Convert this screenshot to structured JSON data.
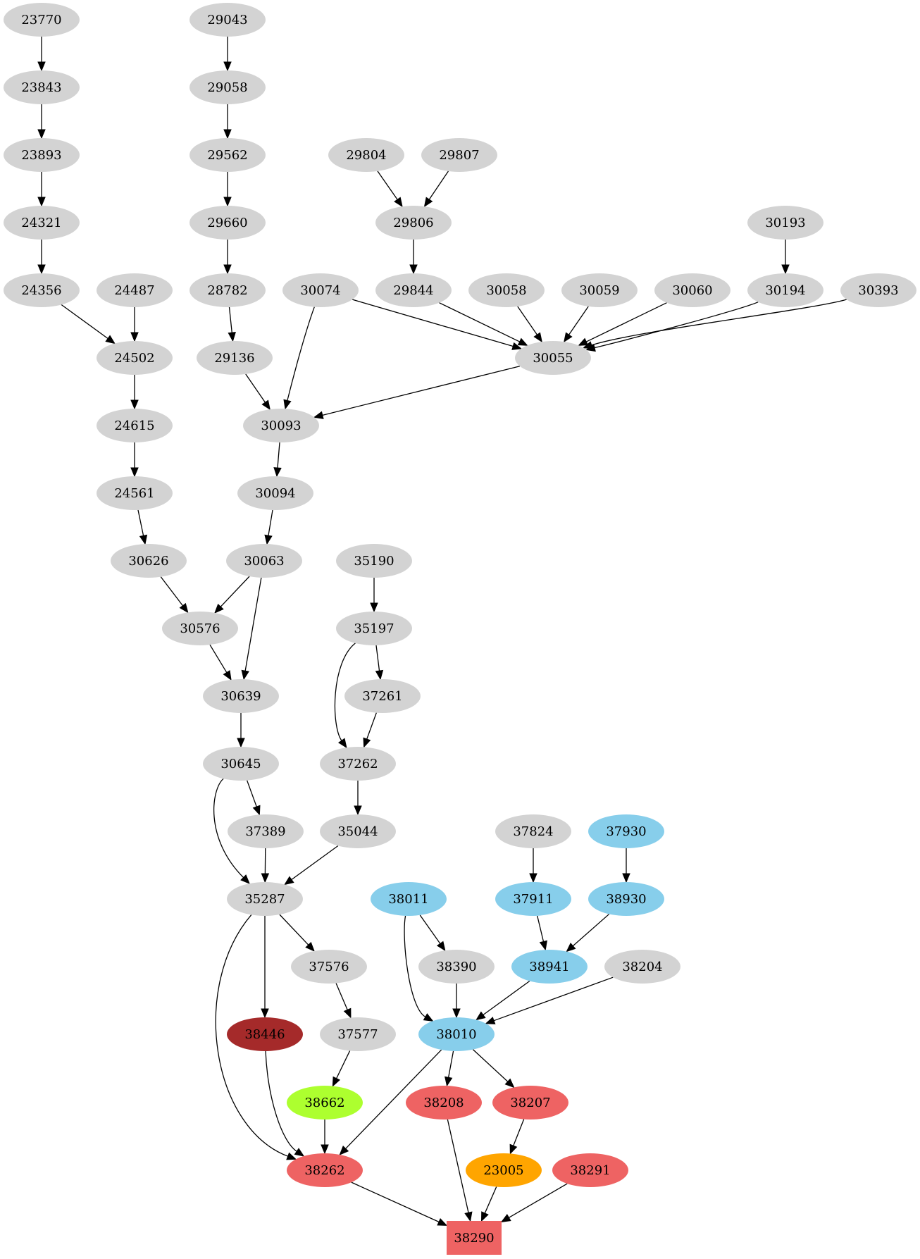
{
  "graph": {
    "type": "directed-graph",
    "colors": {
      "default": "#d3d3d3",
      "skyblue": "#87ceeb",
      "brown": "#a52a2a",
      "greenyellow": "#adff2f",
      "orange": "#ffa500",
      "red": "#ee6363"
    },
    "nodes": [
      {
        "id": "23770",
        "label": "23770",
        "color": "default",
        "shape": "ellipse"
      },
      {
        "id": "23843",
        "label": "23843",
        "color": "default",
        "shape": "ellipse"
      },
      {
        "id": "23893",
        "label": "23893",
        "color": "default",
        "shape": "ellipse"
      },
      {
        "id": "24321",
        "label": "24321",
        "color": "default",
        "shape": "ellipse"
      },
      {
        "id": "24356",
        "label": "24356",
        "color": "default",
        "shape": "ellipse"
      },
      {
        "id": "24487",
        "label": "24487",
        "color": "default",
        "shape": "ellipse"
      },
      {
        "id": "24502",
        "label": "24502",
        "color": "default",
        "shape": "ellipse"
      },
      {
        "id": "24615",
        "label": "24615",
        "color": "default",
        "shape": "ellipse"
      },
      {
        "id": "24561",
        "label": "24561",
        "color": "default",
        "shape": "ellipse"
      },
      {
        "id": "30626",
        "label": "30626",
        "color": "default",
        "shape": "ellipse"
      },
      {
        "id": "29043",
        "label": "29043",
        "color": "default",
        "shape": "ellipse"
      },
      {
        "id": "29058",
        "label": "29058",
        "color": "default",
        "shape": "ellipse"
      },
      {
        "id": "29562",
        "label": "29562",
        "color": "default",
        "shape": "ellipse"
      },
      {
        "id": "29660",
        "label": "29660",
        "color": "default",
        "shape": "ellipse"
      },
      {
        "id": "28782",
        "label": "28782",
        "color": "default",
        "shape": "ellipse"
      },
      {
        "id": "29136",
        "label": "29136",
        "color": "default",
        "shape": "ellipse"
      },
      {
        "id": "29804",
        "label": "29804",
        "color": "default",
        "shape": "ellipse"
      },
      {
        "id": "29807",
        "label": "29807",
        "color": "default",
        "shape": "ellipse"
      },
      {
        "id": "29806",
        "label": "29806",
        "color": "default",
        "shape": "ellipse"
      },
      {
        "id": "29844",
        "label": "29844",
        "color": "default",
        "shape": "ellipse"
      },
      {
        "id": "30074",
        "label": "30074",
        "color": "default",
        "shape": "ellipse"
      },
      {
        "id": "30058",
        "label": "30058",
        "color": "default",
        "shape": "ellipse"
      },
      {
        "id": "30059",
        "label": "30059",
        "color": "default",
        "shape": "ellipse"
      },
      {
        "id": "30060",
        "label": "30060",
        "color": "default",
        "shape": "ellipse"
      },
      {
        "id": "30193",
        "label": "30193",
        "color": "default",
        "shape": "ellipse"
      },
      {
        "id": "30194",
        "label": "30194",
        "color": "default",
        "shape": "ellipse"
      },
      {
        "id": "30393",
        "label": "30393",
        "color": "default",
        "shape": "ellipse"
      },
      {
        "id": "30055",
        "label": "30055",
        "color": "default",
        "shape": "ellipse"
      },
      {
        "id": "30093",
        "label": "30093",
        "color": "default",
        "shape": "ellipse"
      },
      {
        "id": "30094",
        "label": "30094",
        "color": "default",
        "shape": "ellipse"
      },
      {
        "id": "30063",
        "label": "30063",
        "color": "default",
        "shape": "ellipse"
      },
      {
        "id": "30576",
        "label": "30576",
        "color": "default",
        "shape": "ellipse"
      },
      {
        "id": "30639",
        "label": "30639",
        "color": "default",
        "shape": "ellipse"
      },
      {
        "id": "30645",
        "label": "30645",
        "color": "default",
        "shape": "ellipse"
      },
      {
        "id": "35190",
        "label": "35190",
        "color": "default",
        "shape": "ellipse"
      },
      {
        "id": "35197",
        "label": "35197",
        "color": "default",
        "shape": "ellipse"
      },
      {
        "id": "37261",
        "label": "37261",
        "color": "default",
        "shape": "ellipse"
      },
      {
        "id": "37262",
        "label": "37262",
        "color": "default",
        "shape": "ellipse"
      },
      {
        "id": "35044",
        "label": "35044",
        "color": "default",
        "shape": "ellipse"
      },
      {
        "id": "37389",
        "label": "37389",
        "color": "default",
        "shape": "ellipse"
      },
      {
        "id": "35287",
        "label": "35287",
        "color": "default",
        "shape": "ellipse"
      },
      {
        "id": "37576",
        "label": "37576",
        "color": "default",
        "shape": "ellipse"
      },
      {
        "id": "37577",
        "label": "37577",
        "color": "default",
        "shape": "ellipse"
      },
      {
        "id": "38446",
        "label": "38446",
        "color": "brown",
        "shape": "ellipse"
      },
      {
        "id": "38662",
        "label": "38662",
        "color": "greenyellow",
        "shape": "ellipse"
      },
      {
        "id": "38262",
        "label": "38262",
        "color": "red",
        "shape": "ellipse"
      },
      {
        "id": "38011",
        "label": "38011",
        "color": "skyblue",
        "shape": "ellipse"
      },
      {
        "id": "38390",
        "label": "38390",
        "color": "default",
        "shape": "ellipse"
      },
      {
        "id": "37824",
        "label": "37824",
        "color": "default",
        "shape": "ellipse"
      },
      {
        "id": "37930",
        "label": "37930",
        "color": "skyblue",
        "shape": "ellipse"
      },
      {
        "id": "37911",
        "label": "37911",
        "color": "skyblue",
        "shape": "ellipse"
      },
      {
        "id": "38930",
        "label": "38930",
        "color": "skyblue",
        "shape": "ellipse"
      },
      {
        "id": "38941",
        "label": "38941",
        "color": "skyblue",
        "shape": "ellipse"
      },
      {
        "id": "38204",
        "label": "38204",
        "color": "default",
        "shape": "ellipse"
      },
      {
        "id": "38010",
        "label": "38010",
        "color": "skyblue",
        "shape": "ellipse"
      },
      {
        "id": "38208",
        "label": "38208",
        "color": "red",
        "shape": "ellipse"
      },
      {
        "id": "38207",
        "label": "38207",
        "color": "red",
        "shape": "ellipse"
      },
      {
        "id": "23005",
        "label": "23005",
        "color": "orange",
        "shape": "ellipse"
      },
      {
        "id": "38291",
        "label": "38291",
        "color": "red",
        "shape": "ellipse"
      },
      {
        "id": "38290",
        "label": "38290",
        "color": "red",
        "shape": "box"
      }
    ],
    "edges": [
      [
        "23770",
        "23843"
      ],
      [
        "23843",
        "23893"
      ],
      [
        "23893",
        "24321"
      ],
      [
        "24321",
        "24356"
      ],
      [
        "24356",
        "24502"
      ],
      [
        "24487",
        "24502"
      ],
      [
        "24502",
        "24615"
      ],
      [
        "24615",
        "24561"
      ],
      [
        "24561",
        "30626"
      ],
      [
        "29043",
        "29058"
      ],
      [
        "29058",
        "29562"
      ],
      [
        "29562",
        "29660"
      ],
      [
        "29660",
        "28782"
      ],
      [
        "28782",
        "29136"
      ],
      [
        "29136",
        "30093"
      ],
      [
        "29804",
        "29806"
      ],
      [
        "29807",
        "29806"
      ],
      [
        "29806",
        "29844"
      ],
      [
        "30193",
        "30194"
      ],
      [
        "30074",
        "30055"
      ],
      [
        "29844",
        "30055"
      ],
      [
        "30058",
        "30055"
      ],
      [
        "30059",
        "30055"
      ],
      [
        "30060",
        "30055"
      ],
      [
        "30194",
        "30055"
      ],
      [
        "30393",
        "30055"
      ],
      [
        "30074",
        "30093"
      ],
      [
        "30055",
        "30093"
      ],
      [
        "30093",
        "30094"
      ],
      [
        "30094",
        "30063"
      ],
      [
        "30626",
        "30576"
      ],
      [
        "30063",
        "30576"
      ],
      [
        "30576",
        "30639"
      ],
      [
        "30063",
        "30639"
      ],
      [
        "30639",
        "30645"
      ],
      [
        "35190",
        "35197"
      ],
      [
        "35197",
        "37261"
      ],
      [
        "35197",
        "37262"
      ],
      [
        "37261",
        "37262"
      ],
      [
        "37262",
        "35044"
      ],
      [
        "30645",
        "37389"
      ],
      [
        "30645",
        "35287"
      ],
      [
        "37389",
        "35287"
      ],
      [
        "35044",
        "35287"
      ],
      [
        "35287",
        "37576"
      ],
      [
        "35287",
        "38446"
      ],
      [
        "35287",
        "38262"
      ],
      [
        "37576",
        "37577"
      ],
      [
        "37577",
        "38662"
      ],
      [
        "38446",
        "38262"
      ],
      [
        "38662",
        "38262"
      ],
      [
        "37824",
        "37911"
      ],
      [
        "37930",
        "38930"
      ],
      [
        "37911",
        "38941"
      ],
      [
        "38930",
        "38941"
      ],
      [
        "38011",
        "38390"
      ],
      [
        "38011",
        "38010"
      ],
      [
        "38390",
        "38010"
      ],
      [
        "38941",
        "38010"
      ],
      [
        "38204",
        "38010"
      ],
      [
        "38010",
        "38262"
      ],
      [
        "38010",
        "38208"
      ],
      [
        "38010",
        "38207"
      ],
      [
        "38207",
        "23005"
      ],
      [
        "38262",
        "38290"
      ],
      [
        "38208",
        "38290"
      ],
      [
        "23005",
        "38290"
      ],
      [
        "38291",
        "38290"
      ]
    ]
  }
}
